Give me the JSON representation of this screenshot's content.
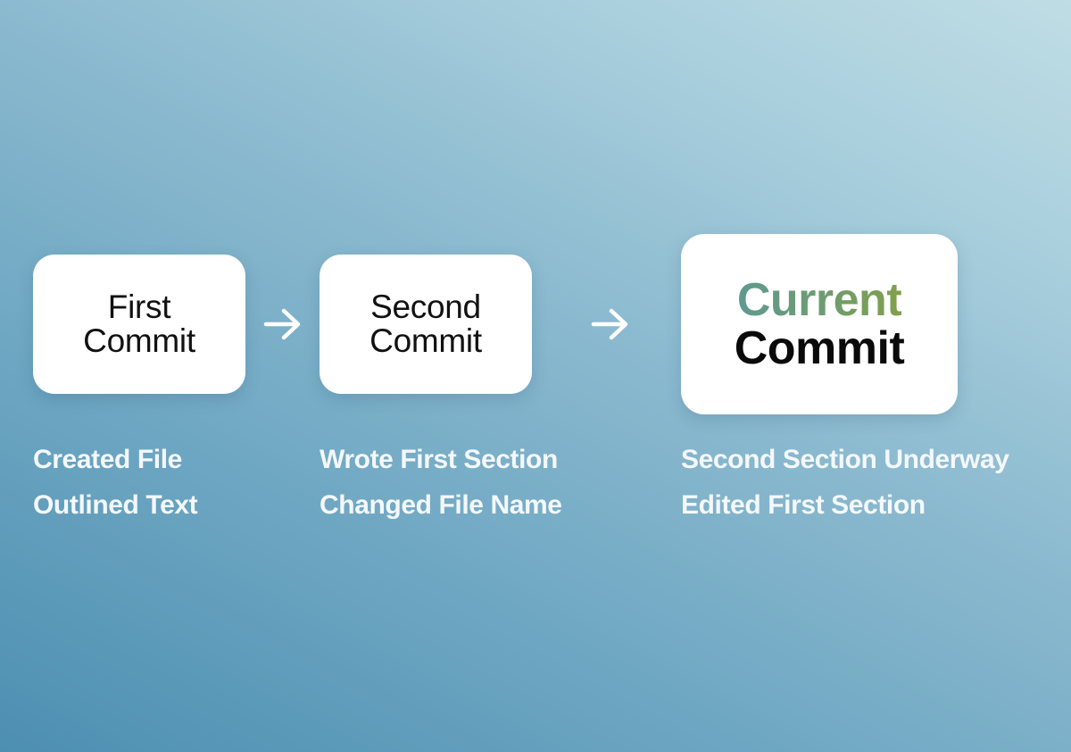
{
  "commits": [
    {
      "title_lines": [
        "First",
        "Commit"
      ],
      "notes": [
        "Created File",
        "Outlined Text"
      ]
    },
    {
      "title_lines": [
        "Second",
        "Commit"
      ],
      "notes": [
        "Wrote First Section",
        "Changed File Name"
      ]
    },
    {
      "title_lines": [
        "Current",
        "Commit"
      ],
      "notes": [
        "Second Section Underway",
        "Edited First Section"
      ]
    }
  ],
  "colors": {
    "background_start": "#4d8fb1",
    "background_end": "#bfdde5",
    "card": "#ffffff",
    "current_gradient_start": "#5f9a90",
    "current_gradient_end": "#80a04a",
    "note_text": "#f4f8fb",
    "arrow": "#ffffff"
  },
  "icons": {
    "connector": "arrow-right-icon"
  }
}
